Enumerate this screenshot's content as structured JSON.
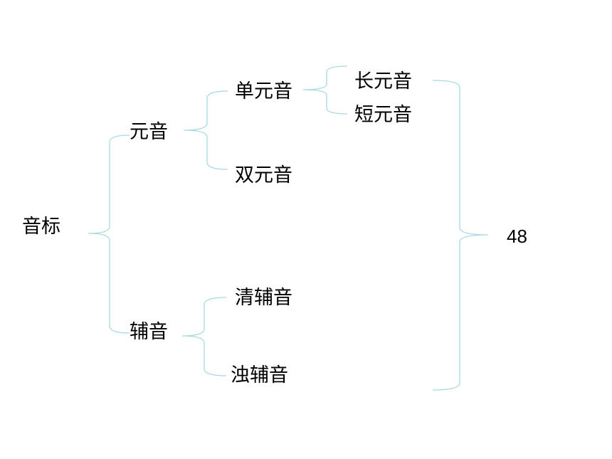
{
  "colors": {
    "bracket": "#a8d8e0",
    "text": "#000000",
    "background": "#ffffff"
  },
  "tree": {
    "root": "音标",
    "vowel": "元音",
    "consonant": "辅音",
    "monophthong": "单元音",
    "diphthong": "双元音",
    "long_vowel": "长元音",
    "short_vowel": "短元音",
    "voiceless_consonant": "清辅音",
    "voiced_consonant": "浊辅音",
    "total": "48"
  }
}
